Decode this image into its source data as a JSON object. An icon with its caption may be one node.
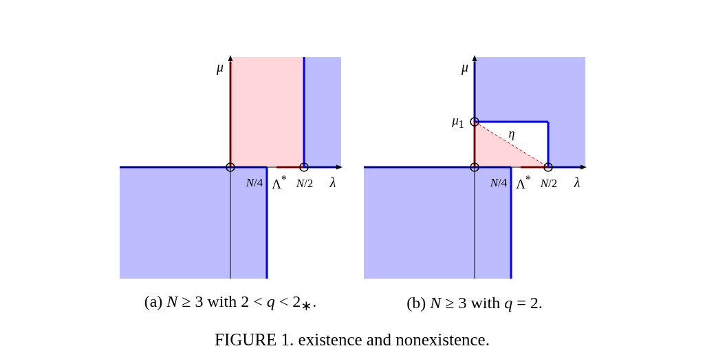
{
  "diagram": {
    "caption": "FIGURE 1. existence and nonexistence.",
    "labels": [
      "*μ*",
      "*N*/4",
      "Λ$^{*}$",
      "*N*/2",
      "*λ*",
      "*μ*",
      "*μ*$_{1}$",
      "*η*",
      "*N*/4",
      "Λ$^{*}$",
      "*N*/2",
      "*λ*",
      "(a) *N* ≥ 3 with 2 < *q* < 2$_{∗}$.",
      "(b) *N* ≥ 3 with *q* = 2."
    ]
  }
}
